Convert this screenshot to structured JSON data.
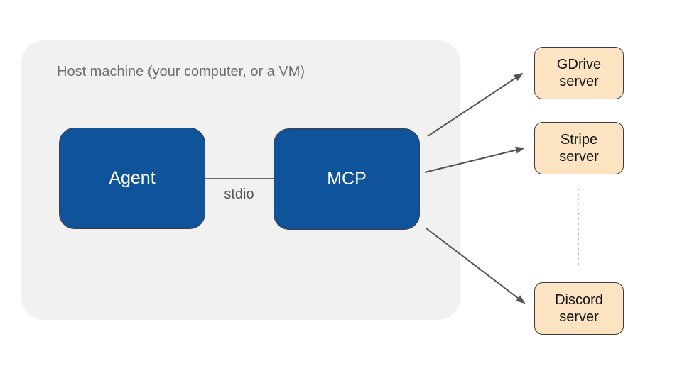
{
  "colors": {
    "canvas_bg": "#ffffff",
    "host_bg": "#f1f1f1",
    "node_fill": "#0f549b",
    "node_border": "#3f3f3f",
    "node_text": "#ffffff",
    "server_fill": "#fce3c2",
    "server_border": "#3c3c3c",
    "server_text": "#111111",
    "arrow": "#545454",
    "muted_text": "#6e6e6e",
    "stdio_text": "#555555",
    "connector": "#6a6a6a",
    "dotted": "#b3b3b3"
  },
  "host": {
    "label": "Host machine (your computer, or a VM)",
    "nodes": [
      {
        "id": "agent",
        "label": "Agent"
      },
      {
        "id": "mcp",
        "label": "MCP"
      }
    ],
    "connection_label": "stdio"
  },
  "servers": [
    {
      "id": "gdrive",
      "label": "GDrive server"
    },
    {
      "id": "stripe",
      "label": "Stripe server"
    },
    {
      "id": "discord",
      "label": "Discord server"
    }
  ]
}
